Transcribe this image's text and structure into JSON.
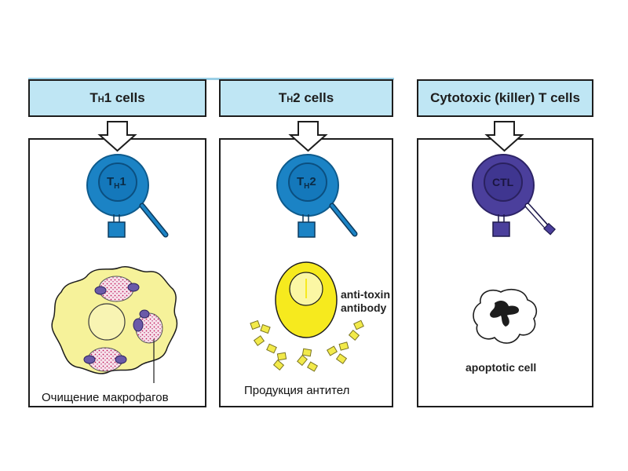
{
  "columns": [
    {
      "header_main": "T",
      "header_sub": "H",
      "header_rest": "1 cells",
      "cell_main": "T",
      "cell_sub": "H",
      "cell_rest": "1",
      "caption": "Очищение макрофагов"
    },
    {
      "header_main": "T",
      "header_sub": "H",
      "header_rest": "2 cells",
      "cell_main": "T",
      "cell_sub": "H",
      "cell_rest": "2",
      "caption": "Продукция антител",
      "annotation_line1": "anti-toxin",
      "annotation_line2": "antibody"
    },
    {
      "header_full": "Cytotoxic (killer) T cells",
      "cell_label": "CTL",
      "annotation": "apoptotic cell"
    }
  ],
  "colors": {
    "header_fill": "#bfe6f4",
    "th_cell": "#1b83c5",
    "ctl_cell": "#4b3f9c",
    "macrophage": "#f6f29a",
    "antibody_cell": "#f6ea1e",
    "antibody": "#f2ea4a"
  }
}
